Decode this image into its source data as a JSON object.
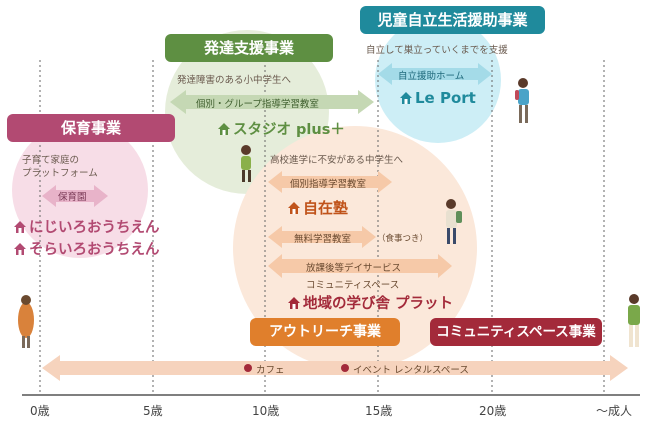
{
  "colors": {
    "hoiku": "#b24a72",
    "hattatsu": "#5e8f42",
    "jidou": "#1f8a9c",
    "center": "#c0531a",
    "outreach": "#e07f2c",
    "community": "#a32a3a",
    "peach": "#f3c5a6",
    "green_arrow": "#c5d8b4",
    "blue_arrow": "#a4dbe8",
    "pink_arrow": "#e8b3c9"
  },
  "sections": {
    "hoiku": {
      "title": "保育事業",
      "desc_line1": "子育て家庭の",
      "desc_line2": "プラットフォーム",
      "arrow_label": "保育園",
      "place1": "にじいろおうちえん",
      "place2": "そらいろおうちえん"
    },
    "hattatsu": {
      "title": "発達支援事業",
      "desc": "発達障害のある小中学生へ",
      "arrow_label": "個別・グループ指導学習教室",
      "place": "スタジオ plus＋"
    },
    "jidou": {
      "title": "児童自立生活援助事業",
      "desc": "自立して巣立っていくまでを支援",
      "arrow_label": "自立援助ホーム",
      "place": "Le Port"
    },
    "center": {
      "desc": "高校進学に不安がある中学生へ",
      "arrow1_label": "個別指導学習教室",
      "place1": "自在塾",
      "arrow2_label": "無料学習教室",
      "arrow2_note": "（食事つき）",
      "arrow3_label": "放課後等デイサービス",
      "community_space": "コミュニティスペース",
      "place2": "地域の学び舎 プラット"
    }
  },
  "bottom": {
    "outreach_title": "アウトリーチ事業",
    "community_title": "コミュニティスペース事業",
    "item1": "カフェ",
    "item2": "イベント レンタルスペース"
  },
  "axis": {
    "ticks": [
      "0歳",
      "5歳",
      "10歳",
      "15歳",
      "20歳",
      "〜成人"
    ]
  }
}
